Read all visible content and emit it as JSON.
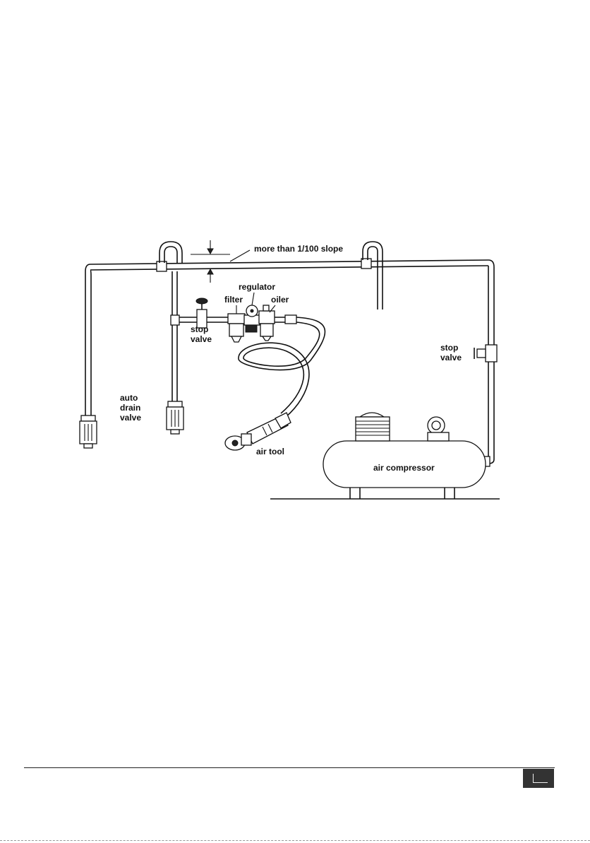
{
  "diagram": {
    "labels": {
      "slope": "more than 1/100 slope",
      "regulator": "regulator",
      "filter": "filter",
      "oiler": "oiler",
      "stop_valve_left_1": "stop",
      "stop_valve_left_2": "valve",
      "stop_valve_right_1": "stop",
      "stop_valve_right_2": "valve",
      "auto_drain_1": "auto",
      "auto_drain_2": "drain",
      "auto_drain_3": "valve",
      "air_tool": "air tool",
      "air_compressor": "air compressor"
    },
    "icons": {
      "slope_arrow_down": "arrow-down-icon",
      "slope_arrow_up": "arrow-up-icon",
      "page_badge": "corner-page-icon"
    }
  }
}
